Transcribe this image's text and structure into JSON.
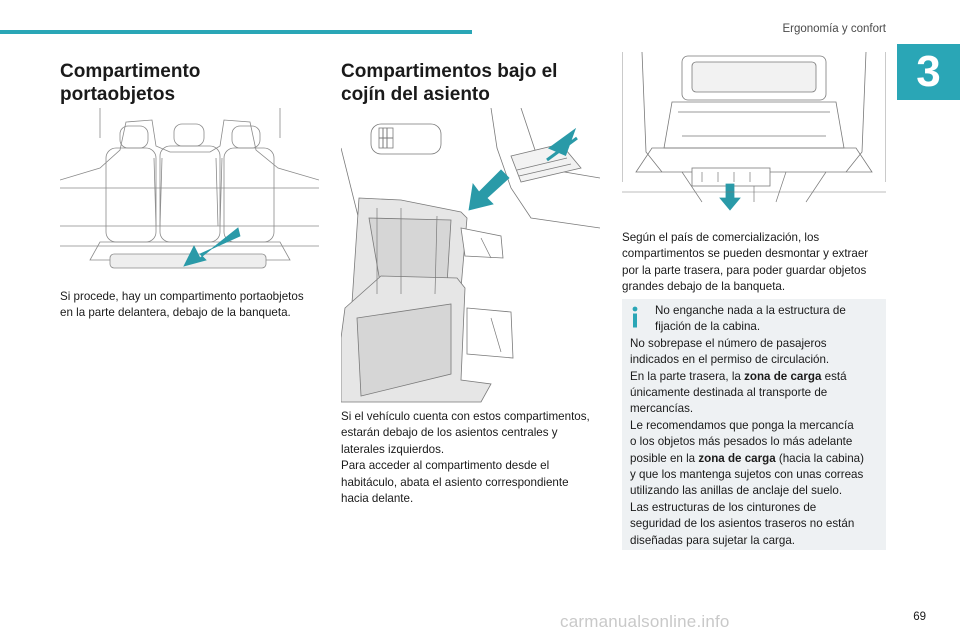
{
  "header": {
    "section_title": "Ergonomía y confort",
    "chapter_number": "3"
  },
  "col1": {
    "title": [
      "Compartimento",
      "portaobjetos"
    ],
    "paragraph": [
      "Si procede, hay un compartimento portaobjetos",
      "en la parte delantera, debajo de la banqueta."
    ]
  },
  "col2": {
    "title": [
      "Compartimentos bajo el",
      "cojín del asiento"
    ],
    "paragraph": [
      "Si el vehículo cuenta con estos compartimentos,",
      "estarán debajo de los asientos centrales y",
      "laterales izquierdos.",
      "Para acceder al compartimento desde el",
      "habitáculo, abata el asiento correspondiente",
      "hacia delante."
    ]
  },
  "col3": {
    "paragraph": [
      "Según el país de comercialización, los",
      "compartimentos se pueden desmontar y extraer",
      "por la parte trasera, para poder guardar objetos",
      "grandes debajo de la banqueta."
    ],
    "info": {
      "l1": "No enganche nada a la estructura de",
      "l2": "fijación de la cabina.",
      "l3": "No sobrepase el número de pasajeros",
      "l4": "indicados en el permiso de circulación.",
      "l5_pre": "En la parte trasera, la ",
      "l5_bold": "zona de carga",
      "l5_post": " está",
      "l6": "únicamente destinada al transporte de",
      "l7": "mercancías.",
      "l8": "Le recomendamos que ponga la mercancía",
      "l9": "o los objetos más pesados lo más adelante",
      "l10_pre": "posible en la ",
      "l10_bold": "zona de carga",
      "l10_post": " (hacia la cabina)",
      "l11": "y que los mantenga sujetos con unas correas",
      "l12": "utilizando las anillas de anclaje del suelo.",
      "l13": "Las estructuras de los cinturones de",
      "l14": "seguridad de los asientos traseros no están",
      "l15": "diseñadas para sujetar la carga."
    }
  },
  "footer": {
    "page_number": "69",
    "watermark": "carmanualsonline.info"
  },
  "colors": {
    "accent": "#2aa6b6",
    "info_bg": "#eef1f3",
    "arrow": "#2a9aa8"
  }
}
